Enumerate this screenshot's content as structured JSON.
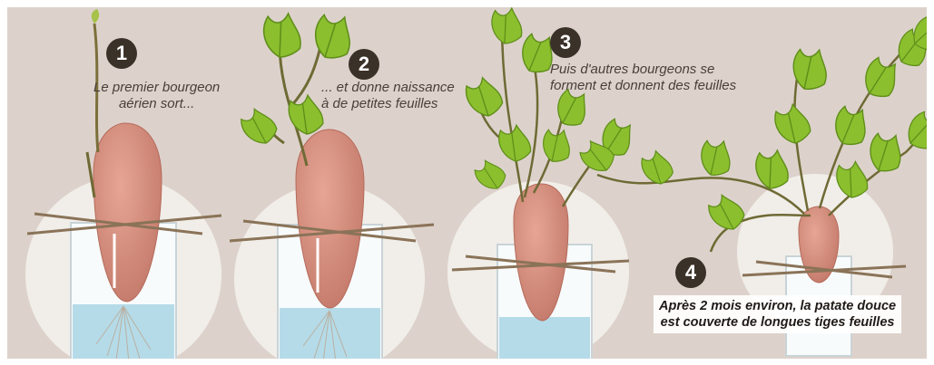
{
  "colors": {
    "background": "#ddd2cb",
    "potato": "#d99080",
    "leaf": "#8cbf2e",
    "stem": "#6f6a35",
    "water": "#9fd0e2",
    "badge": "#3a3128"
  },
  "steps": [
    {
      "number": "1",
      "caption": "Le premier bourgeon\naérien sort..."
    },
    {
      "number": "2",
      "caption": "... et donne naissance\nà de petites feuilles"
    },
    {
      "number": "3",
      "caption": "Puis d'autres bourgeons se\nforment et donnent des feuilles"
    },
    {
      "number": "4",
      "caption": "Après 2 mois environ, la patate douce\nest couverte de longues tiges feuilles"
    }
  ]
}
